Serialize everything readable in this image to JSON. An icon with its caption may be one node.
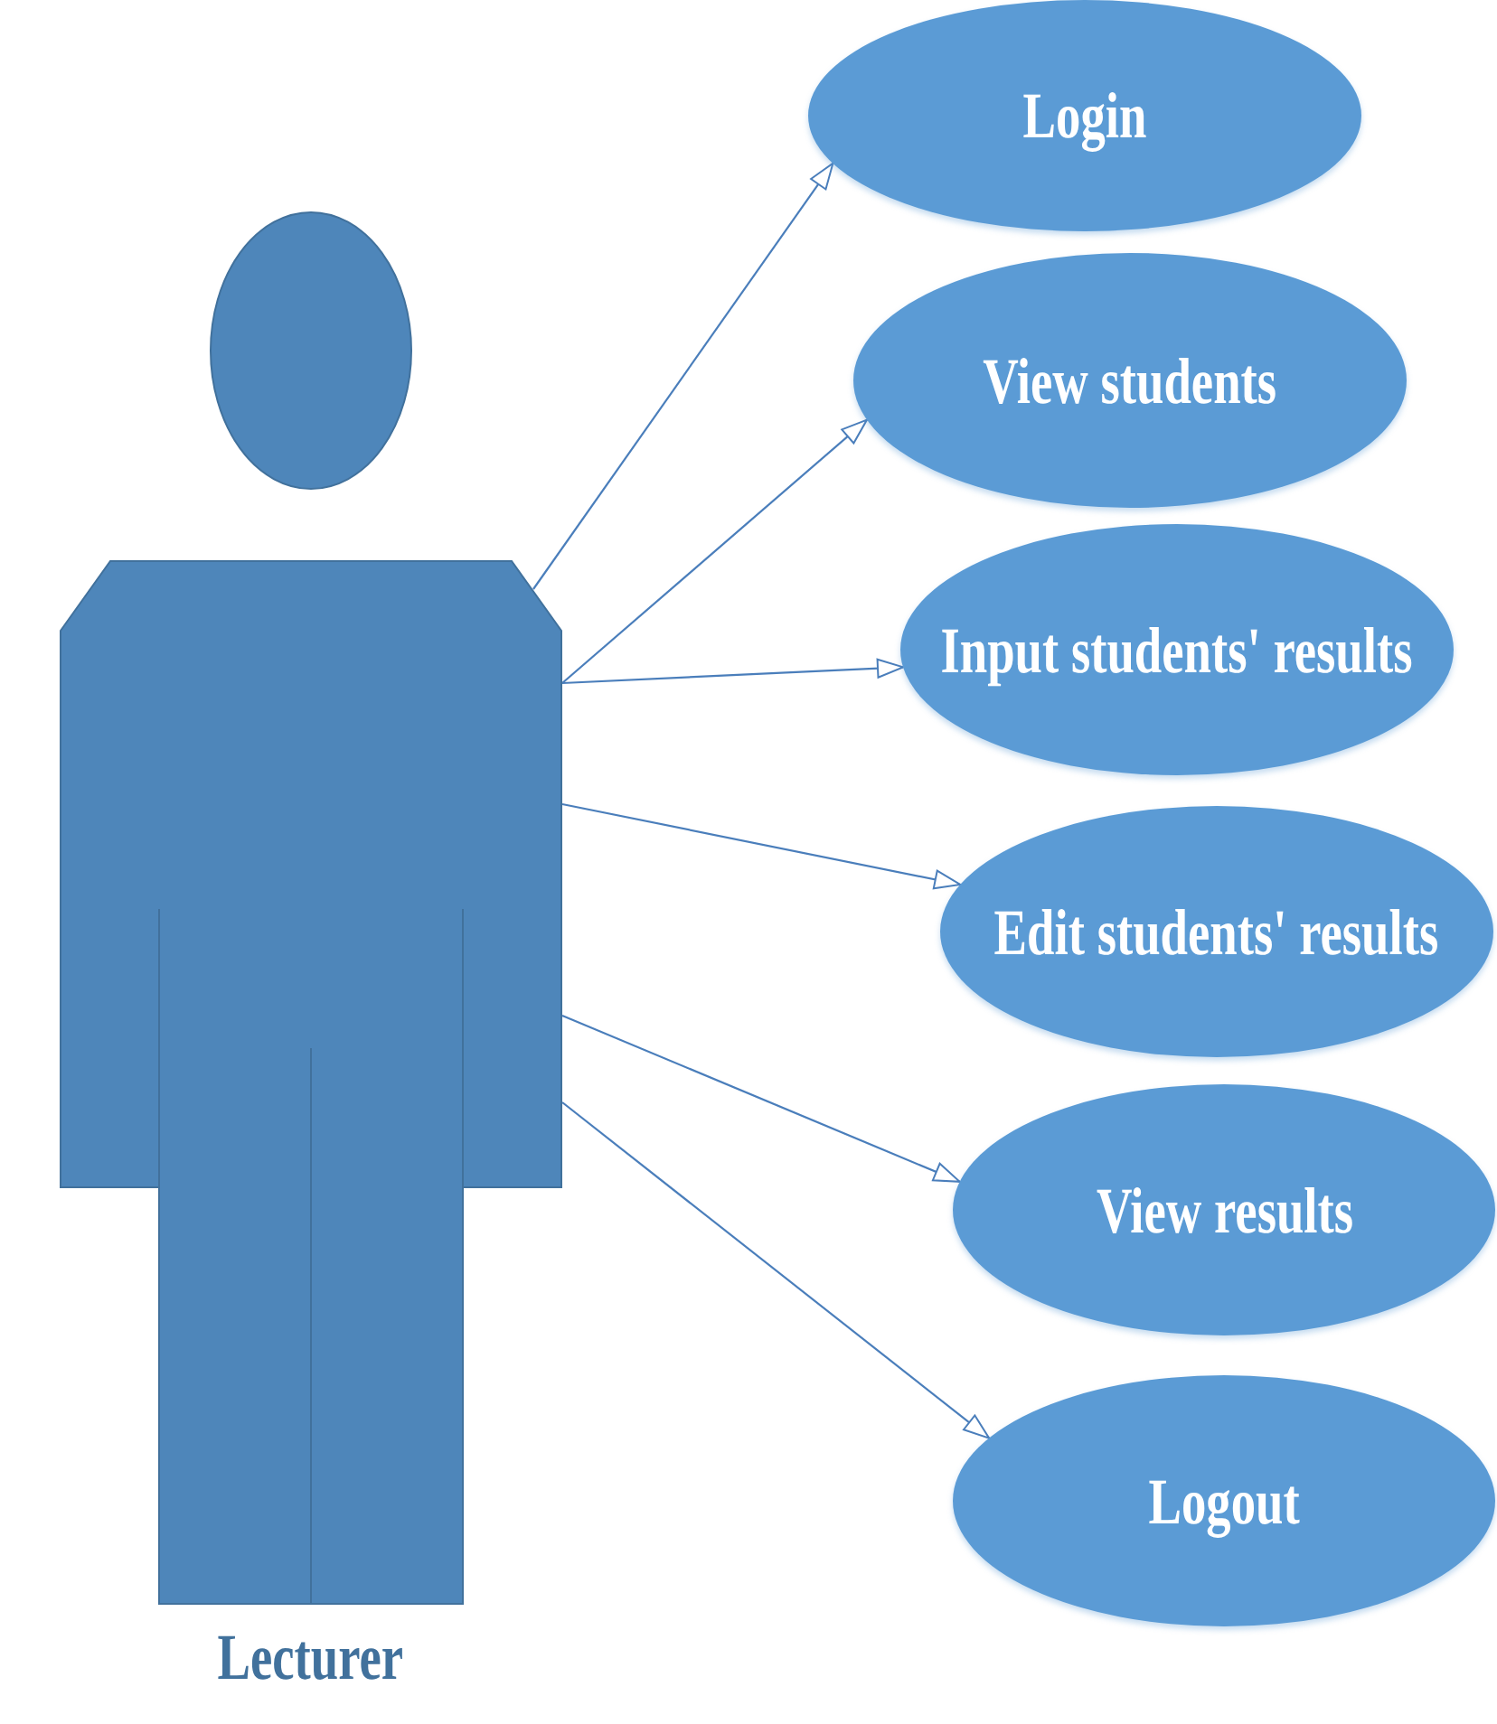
{
  "diagram": {
    "nodes": [
      {
        "text": [
          "Lecturer"
        ]
      },
      {
        "text": [
          "Login"
        ]
      },
      {
        "text": [
          "View students"
        ]
      },
      {
        "text": [
          "Input students' results"
        ]
      },
      {
        "text": [
          "Edit students' results"
        ]
      },
      {
        "text": [
          "View results"
        ]
      },
      {
        "text": [
          "Logout"
        ]
      }
    ],
    "edges": [
      {
        "from": 0,
        "to": 1,
        "arrow": "to"
      },
      {
        "from": 0,
        "to": 2,
        "arrow": "to"
      },
      {
        "from": 0,
        "to": 3,
        "arrow": "to"
      },
      {
        "from": 0,
        "to": 4,
        "arrow": "to"
      },
      {
        "from": 0,
        "to": 5,
        "arrow": "to"
      },
      {
        "from": 0,
        "to": 6,
        "arrow": "to"
      }
    ]
  }
}
